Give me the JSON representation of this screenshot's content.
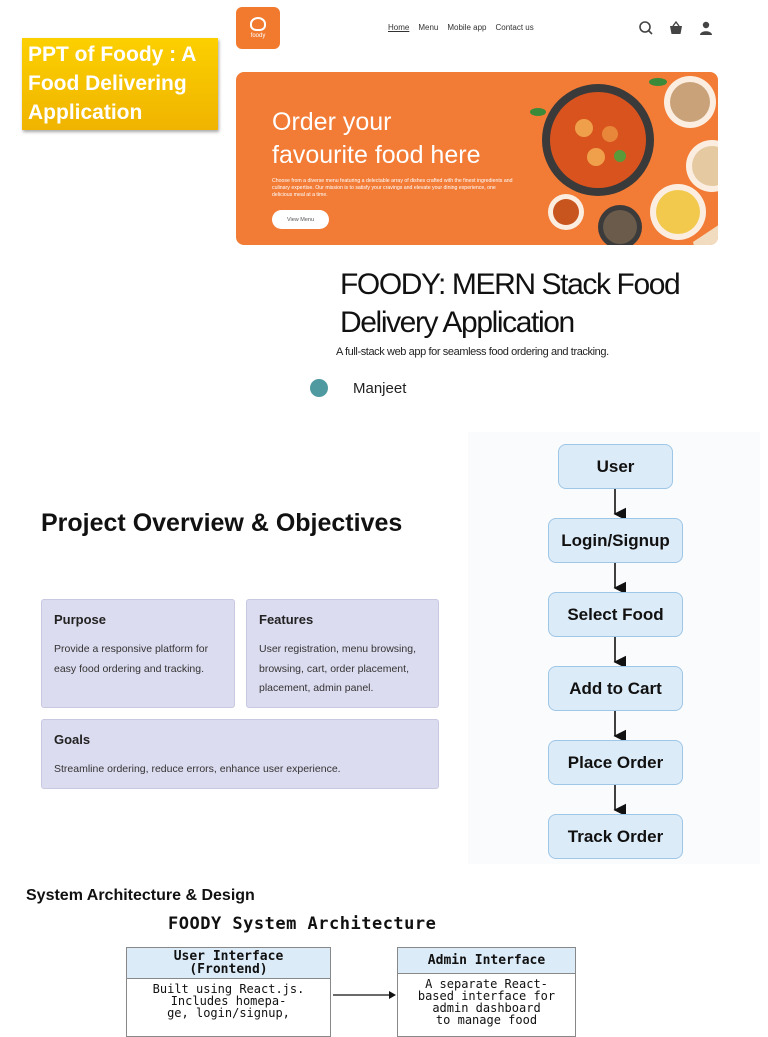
{
  "banner": {
    "line1": "PPT of Foody : A",
    "line2": "Food Delivering",
    "line3": "Application"
  },
  "site": {
    "logo_text": "foody",
    "nav": [
      "Home",
      "Menu",
      "Mobile app",
      "Contact us"
    ]
  },
  "hero": {
    "heading_line1": "Order your",
    "heading_line2": "favourite food here",
    "description": "Choose from a diverse menu featuring a delectable array of dishes crafted with the finest ingredients and culinary expertise. Our mission is to satisfy your cravings and elevate your dining experience, one delicious meal at a time.",
    "button": "View Menu"
  },
  "title": {
    "line1": "FOODY: MERN Stack Food",
    "line2": "Delivery Application",
    "subtitle": "A full-stack web app for seamless food ordering and tracking.",
    "author": "Manjeet"
  },
  "overview": {
    "heading": "Project Overview & Objectives",
    "purpose": {
      "title": "Purpose",
      "text": "Provide a responsive platform for easy food ordering and tracking."
    },
    "features": {
      "title": "Features",
      "text": "User registration, menu browsing, browsing, cart, order placement, placement, admin panel."
    },
    "goals": {
      "title": "Goals",
      "text": "Streamline ordering, reduce errors, enhance user experience."
    }
  },
  "flow": [
    "User",
    "Login/Signup",
    "Select Food",
    "Add to Cart",
    "Place Order",
    "Track Order"
  ],
  "architecture": {
    "section_title": "System Architecture & Design",
    "diagram_title": "FOODY System Architecture",
    "frontend": {
      "title": "User Interface\n(Frontend)",
      "text": "Built using React.js.\nIncludes homepa-\nge, login/signup,"
    },
    "admin": {
      "title": "Admin Interface",
      "text": "A separate React-\nbased interface for\nadmin dashboard\nto manage food"
    }
  },
  "colors": {
    "brand_orange": "#f27b36",
    "banner_yellow": "#f5c400",
    "card_bg": "#dcdcf0",
    "flow_box": "#dcebf8",
    "author_dot": "#4e9aa0"
  }
}
